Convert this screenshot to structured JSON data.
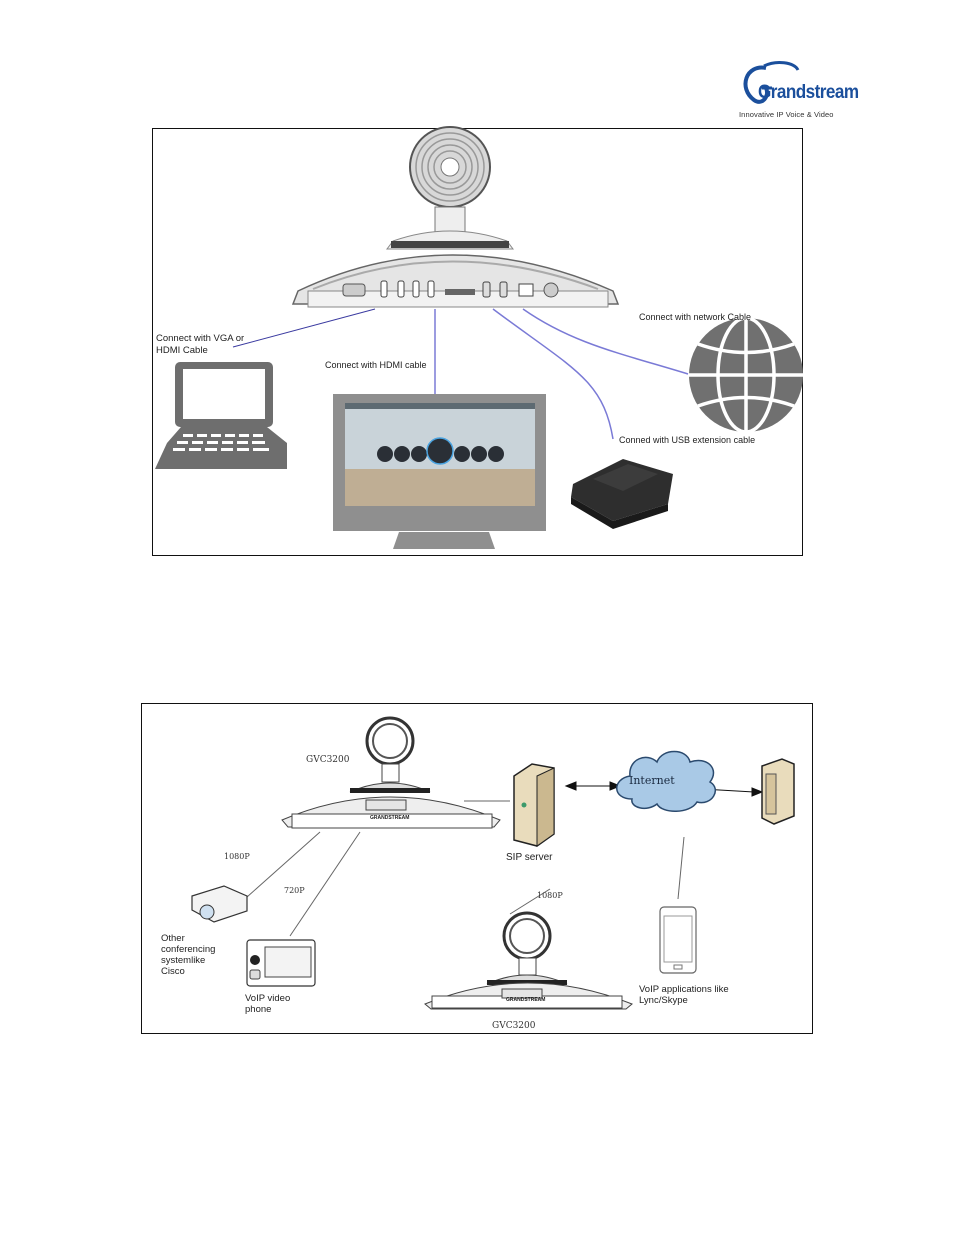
{
  "header": {
    "logo": {
      "brand": "Grandstream",
      "tagline": "Innovative IP Voice & Video",
      "color": "#1b4f9c"
    }
  },
  "figure1": {
    "labels": {
      "vga_hdmi": "Connect with VGA or HDMI Cable",
      "vga_hdmi_line1": "Connect with VGA or",
      "vga_hdmi_line2": "HDMI Cable",
      "hdmi": "Connect with HDMI cable",
      "network": "Connect with  network Cable",
      "usb": "Conned with USB extension cable"
    },
    "devices": [
      "laptop-icon",
      "monitor",
      "globe-icon",
      "usb-speakerphone",
      "gvc3200-unit"
    ],
    "cable_color": "#7a7ad6"
  },
  "figure2": {
    "labels": {
      "gvc_top": "GVC3200",
      "gvc_bottom": "GVC3200",
      "sip_server": "SIP server",
      "internet": "Internet",
      "res_1080_left": "1080P",
      "res_720": "720P",
      "res_1080_bottom": "1080P",
      "other_conf_line1": "Other",
      "other_conf_line2": "conferencing",
      "other_conf_line3": "systemlike",
      "other_conf_line4": "Cisco",
      "voip_phone_line1": "VoIP video",
      "voip_phone_line2": "phone",
      "voip_apps_line1": "VoIP applications like",
      "voip_apps_line2": "Lync/Skype",
      "brand_plate": "GRANDSTREAM"
    }
  }
}
